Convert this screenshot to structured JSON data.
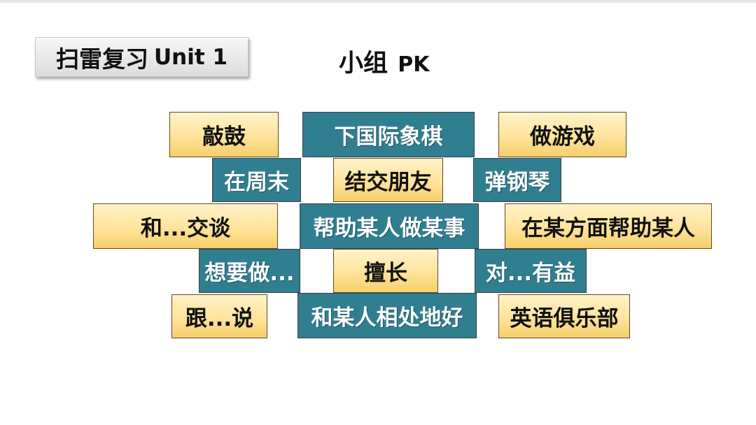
{
  "header": {
    "title": "扫雷复习",
    "unit": "Unit 1",
    "group_label": "小组",
    "group_pk": "PK"
  },
  "tiles": [
    {
      "text": "敲鼓",
      "color": "yellow"
    },
    {
      "text": "下国际象棋",
      "color": "teal"
    },
    {
      "text": "做游戏",
      "color": "yellow"
    },
    {
      "text": "在周末",
      "color": "teal"
    },
    {
      "text": "结交朋友",
      "color": "yellow"
    },
    {
      "text": "弹钢琴",
      "color": "teal"
    },
    {
      "text": "和...交谈",
      "color": "yellow"
    },
    {
      "text": "帮助某人做某事",
      "color": "teal"
    },
    {
      "text": "在某方面帮助某人",
      "color": "yellow"
    },
    {
      "text": "想要做...",
      "color": "teal"
    },
    {
      "text": "擅长",
      "color": "yellow"
    },
    {
      "text": "对...有益",
      "color": "teal"
    },
    {
      "text": "跟...说",
      "color": "yellow"
    },
    {
      "text": "和某人相处地好",
      "color": "teal"
    },
    {
      "text": "英语俱乐部",
      "color": "yellow"
    }
  ],
  "colors": {
    "yellow_tile": "#ffe39a",
    "teal_tile": "#2f7f91",
    "title_box": "#e6e6e6"
  }
}
